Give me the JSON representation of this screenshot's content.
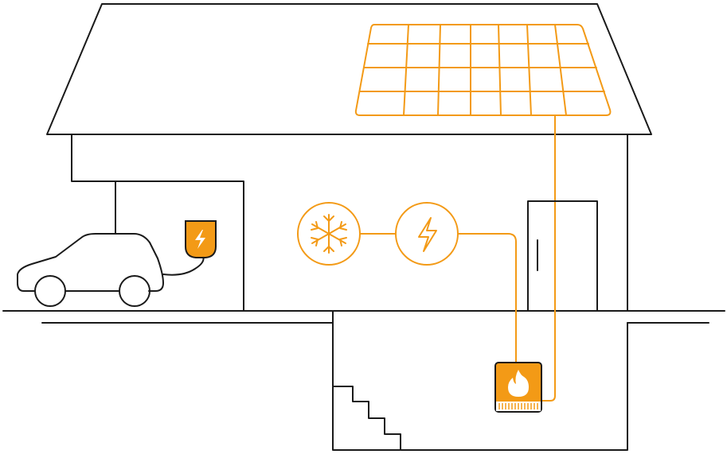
{
  "diagram": {
    "colors": {
      "accent": "#f39a16",
      "line": "#1a1a1a",
      "background": "#ffffff"
    },
    "components": [
      {
        "name": "house",
        "icon": "house-outline-icon"
      },
      {
        "name": "carport",
        "icon": "carport-outline-icon"
      },
      {
        "name": "electric-car",
        "icon": "car-outline-icon"
      },
      {
        "name": "wall-charger",
        "icon": "lightning-icon"
      },
      {
        "name": "solar-panel",
        "icon": "solar-panel-icon"
      },
      {
        "name": "cooling-unit",
        "icon": "snowflake-icon"
      },
      {
        "name": "electricity-unit",
        "icon": "lightning-icon"
      },
      {
        "name": "heating-unit",
        "icon": "flame-icon"
      },
      {
        "name": "front-door",
        "icon": "door-icon"
      },
      {
        "name": "basement-stairs",
        "icon": "stairs-icon"
      }
    ]
  }
}
